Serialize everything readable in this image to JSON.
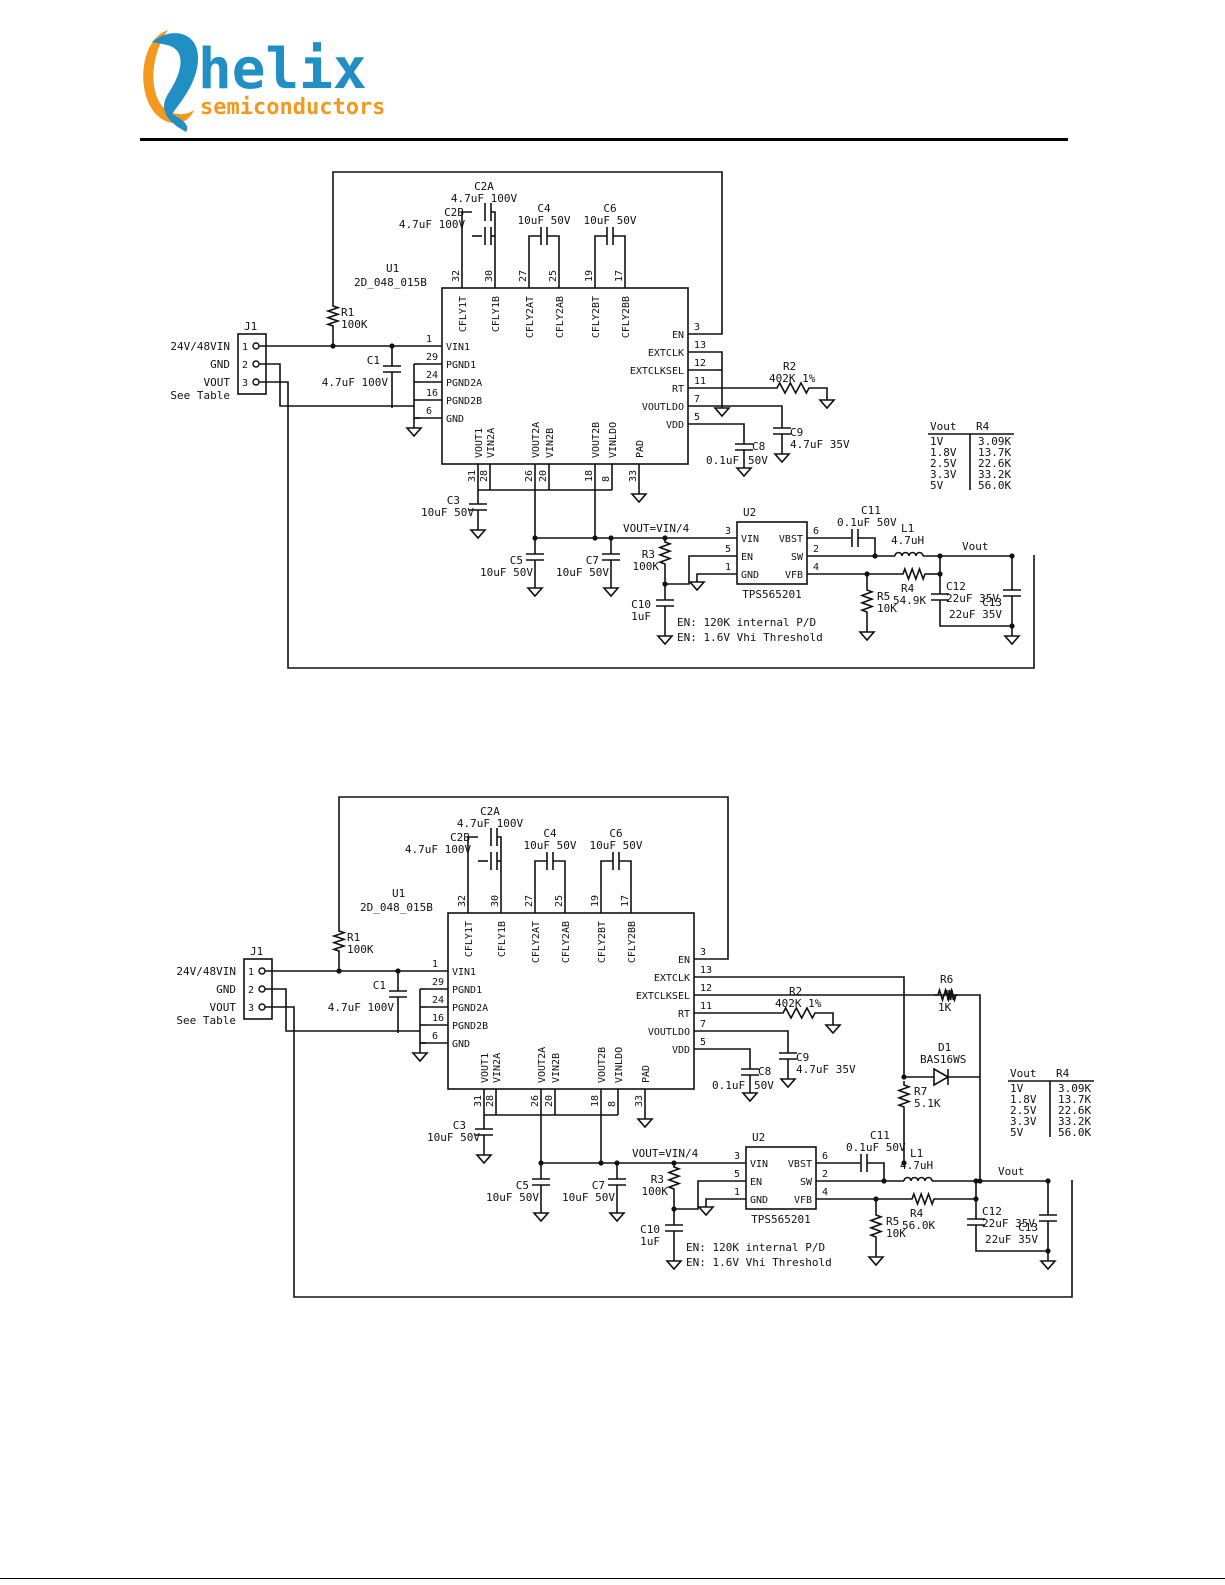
{
  "header": {
    "brand": "helix",
    "sub": "semiconductors"
  },
  "chip": {
    "ref": "U1",
    "part": "2D_048_015B",
    "left_pins": [
      [
        "1",
        "VIN1"
      ],
      [
        "29",
        "PGND1"
      ],
      [
        "24",
        "PGND2A"
      ],
      [
        "16",
        "PGND2B"
      ],
      [
        "6",
        "GND"
      ]
    ],
    "right_pins": [
      [
        "3",
        "EN"
      ],
      [
        "13",
        "EXTCLK"
      ],
      [
        "12",
        "EXTCLKSEL"
      ],
      [
        "11",
        "RT"
      ],
      [
        "7",
        "VOUTLDO"
      ],
      [
        "5",
        "VDD"
      ]
    ],
    "top_pins": [
      [
        "32",
        "CFLY1T"
      ],
      [
        "30",
        "CFLY1B"
      ],
      [
        "27",
        "CFLY2AT"
      ],
      [
        "25",
        "CFLY2AB"
      ],
      [
        "19",
        "CFLY2BT"
      ],
      [
        "17",
        "CFLY2BB"
      ]
    ],
    "bottom_pins": [
      [
        "31",
        "VOUT1"
      ],
      [
        "28",
        "VIN2A"
      ],
      [
        "26",
        "VOUT2A"
      ],
      [
        "20",
        "VIN2B"
      ],
      [
        "18",
        "VOUT2B"
      ],
      [
        "8",
        "VINLDO"
      ],
      [
        "33",
        "PAD"
      ]
    ]
  },
  "reg": {
    "ref": "U2",
    "part": "TPS565201",
    "left": [
      [
        "3",
        "VIN"
      ],
      [
        "5",
        "EN"
      ],
      [
        "1",
        "GND"
      ]
    ],
    "right": [
      [
        "6",
        "VBST"
      ],
      [
        "2",
        "SW"
      ],
      [
        "4",
        "VFB"
      ]
    ]
  },
  "conn": {
    "ref": "J1",
    "pins": [
      [
        "1",
        "24V/48VIN"
      ],
      [
        "2",
        "GND"
      ],
      [
        "3",
        "VOUT"
      ]
    ],
    "note": "See Table"
  },
  "parts": {
    "C2A": [
      "C2A",
      "4.7uF 100V"
    ],
    "C2B": [
      "C2B",
      "4.7uF 100V"
    ],
    "C4": [
      "C4",
      "10uF 50V"
    ],
    "C6": [
      "C6",
      "10uF 50V"
    ],
    "R1": [
      "R1",
      "100K"
    ],
    "C1": [
      "C1",
      "4.7uF 100V"
    ],
    "R2": [
      "R2",
      "402K 1%"
    ],
    "C9": [
      "C9",
      "4.7uF 35V"
    ],
    "C8": [
      "C8",
      "0.1uF 50V"
    ],
    "C3": [
      "C3",
      "10uF 50V"
    ],
    "C5": [
      "C5",
      "10uF 50V"
    ],
    "C7": [
      "C7",
      "10uF 50V"
    ],
    "R3": [
      "R3",
      "100K"
    ],
    "C10": [
      "C10",
      "1uF"
    ],
    "C11": [
      "C11",
      "0.1uF 50V"
    ],
    "L1": [
      "L1",
      "4.7uH"
    ],
    "R5": [
      "R5",
      "10K"
    ],
    "C12": [
      "C12",
      "22uF 35V"
    ],
    "C13": [
      "C13",
      "22uF 35V"
    ],
    "R6": [
      "R6",
      "1K"
    ],
    "D1": [
      "D1",
      "BAS16WS"
    ],
    "R7": [
      "R7",
      "5.1K"
    ]
  },
  "r4_value_1": "54.9K",
  "r4_value_2": "56.0K",
  "r4_ref": "R4",
  "net_vout": "Vout",
  "net_vin4": "VOUT=VIN/4",
  "notes": [
    "EN: 120K internal P/D",
    "EN: 1.6V Vhi Threshold"
  ],
  "table": {
    "headers": [
      "Vout",
      "R4"
    ],
    "rows": [
      [
        "1V",
        "3.09K"
      ],
      [
        "1.8V",
        "13.7K"
      ],
      [
        "2.5V",
        "22.6K"
      ],
      [
        "3.3V",
        "33.2K"
      ],
      [
        "5V",
        "56.0K"
      ]
    ]
  }
}
